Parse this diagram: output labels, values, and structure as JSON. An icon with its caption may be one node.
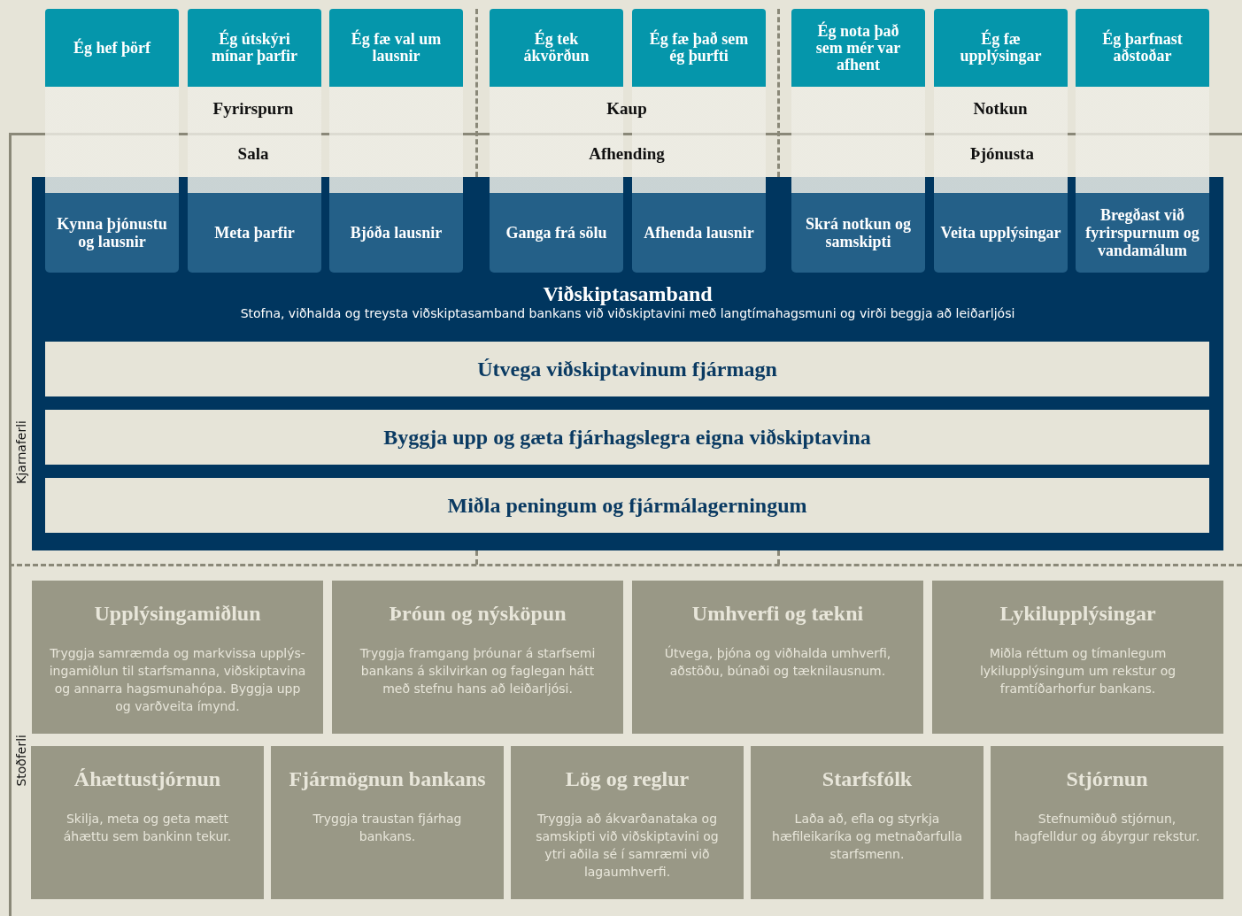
{
  "diagram": {
    "nodes": [
      {
        "text": [
          "Kjarnaferli"
        ]
      },
      {
        "text": [
          "Ég hef þörf"
        ]
      },
      {
        "text": [
          "Ég útskýri mínar þarfir"
        ]
      },
      {
        "text": [
          "Ég fæ val um lausnir"
        ]
      },
      {
        "text": [
          "Ég tek ákvörðun"
        ]
      },
      {
        "text": [
          "Ég fæ það sem ég þurfti"
        ]
      },
      {
        "text": [
          "Ég nota það sem mér var afhent"
        ]
      },
      {
        "text": [
          "Ég fæ upplýsingar"
        ]
      },
      {
        "text": [
          "Ég þarfnast aðstoðar"
        ]
      },
      {
        "text": [
          "Viðskiptasamband",
          "Stofna, viðhalda og treysta viðskiptasamband bankans við viðskiptavini með langtímahagsmuni og virði beggja að leiðarljósi"
        ],
        "in": 0
      },
      {
        "text": [
          "Kynna þjónustu og lausnir"
        ],
        "in": 9
      },
      {
        "text": [
          "Meta þarfir"
        ],
        "in": 9
      },
      {
        "text": [
          "Bjóða lausnir"
        ],
        "in": 9
      },
      {
        "text": [
          "Ganga frá sölu"
        ],
        "in": 9
      },
      {
        "text": [
          "Afhenda lausnir"
        ],
        "in": 9
      },
      {
        "text": [
          "Skrá notkun og samskipti"
        ],
        "in": 9
      },
      {
        "text": [
          "Veita upplýsingar"
        ],
        "in": 9
      },
      {
        "text": [
          "Bregðast við fyrirspurnum og vandamálum"
        ],
        "in": 9
      },
      {
        "text": [
          "Útvega viðskiptavinum fjármagn"
        ],
        "in": 9
      },
      {
        "text": [
          "Byggja upp og gæta fjárhagslegra eigna viðskiptavina"
        ],
        "in": 9
      },
      {
        "text": [
          "Miðla peningum og fjármálagerningum"
        ],
        "in": 9
      },
      {
        "text": [
          "Stoðferli"
        ]
      },
      {
        "text": [
          "Upplýsingamiðlun",
          "Tryggja samræmda og markvissa upplýs-ingamiðlun til starfsmanna, viðskiptavina og annarra hagsmunahópa. Byggja upp og varðveita ímynd."
        ],
        "in": 21
      },
      {
        "text": [
          "Þróun og nýsköpun",
          "Tryggja framgang þróunar á starfsemi bankans á skilvirkan og faglegan hátt með stefnu hans að leiðarljósi."
        ],
        "in": 21
      },
      {
        "text": [
          "Umhverfi og tækni",
          "Útvega, þjóna og viðhalda umhverfi, aðstöðu, búnaði og tæknilausnum."
        ],
        "in": 21
      },
      {
        "text": [
          "Lykilupplýsingar",
          "Miðla réttum og tímanlegum lykilupplýsingum um rekstur og framtíðarhorfur bankans."
        ],
        "in": 21
      },
      {
        "text": [
          "Áhættustjórnun",
          "Skilja, meta og geta mætt áhættu sem bankinn tekur."
        ],
        "in": 21
      },
      {
        "text": [
          "Fjármögnun bankans",
          "Tryggja traustan fjárhag bankans."
        ],
        "in": 21
      },
      {
        "text": [
          "Lög og reglur",
          "Tryggja að ákvarðanataka og samskipti við viðskiptavini og ytri aðila sé í samræmi við lagaumhverfi."
        ],
        "in": 21
      },
      {
        "text": [
          "Starfsfólk",
          "Laða að, efla og styrkja hæfileikaríka og metnaðarfulla starfsmenn."
        ],
        "in": 21
      },
      {
        "text": [
          "Stjórnun",
          "Stefnumiðuð stjórnun, hagfelldur og ábyrgur rekstur."
        ],
        "in": 21
      }
    ],
    "labels": [
      "Fyrirspurn",
      "Kaup",
      "Notkun",
      "Sala",
      "Afhending",
      "Þjónusta"
    ]
  }
}
